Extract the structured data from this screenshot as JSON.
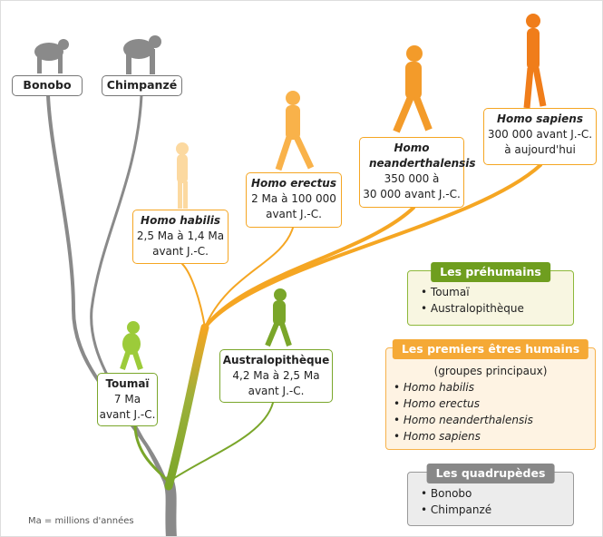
{
  "apes": [
    {
      "label": "Bonobo"
    },
    {
      "label": "Chimpanzé"
    }
  ],
  "species": {
    "habilis": {
      "name": "Homo habilis",
      "line1": "2,5 Ma à 1,4 Ma",
      "line2": "avant J.-C."
    },
    "erectus": {
      "name": "Homo erectus",
      "line1": "2 Ma à 100 000",
      "line2": "avant J.-C."
    },
    "neanderthal": {
      "name": "Homo neanderthalensis",
      "line1": "350 000 à",
      "line2": "30 000 avant J.-C."
    },
    "sapiens": {
      "name": "Homo sapiens",
      "line1": "300 000 avant J.-C.",
      "line2": "à aujourd'hui"
    },
    "australo": {
      "name": "Australopithèque",
      "line1": "4,2 Ma à 2,5 Ma",
      "line2": "avant J.-C."
    },
    "toumai": {
      "name": "Toumaï",
      "line1": "7 Ma",
      "line2": "avant J.-C."
    }
  },
  "legend": {
    "prehumains": {
      "title": "Les préhumains",
      "items": [
        "Toumaï",
        "Australopithèque"
      ]
    },
    "premiers": {
      "title": "Les premiers êtres humains",
      "subtitle": "(groupes principaux)",
      "items": [
        "Homo habilis",
        "Homo erectus",
        "Homo neanderthalensis",
        "Homo sapiens"
      ]
    },
    "quadrupedes": {
      "title": "Les quadrupèdes",
      "items": [
        "Bonobo",
        "Chimpanzé"
      ]
    }
  },
  "note": "Ma = millions d'années",
  "colors": {
    "gray": "#8a8a8a",
    "green": "#7aa62a",
    "orange": "#f5a623",
    "dark_orange": "#f07d1a"
  }
}
